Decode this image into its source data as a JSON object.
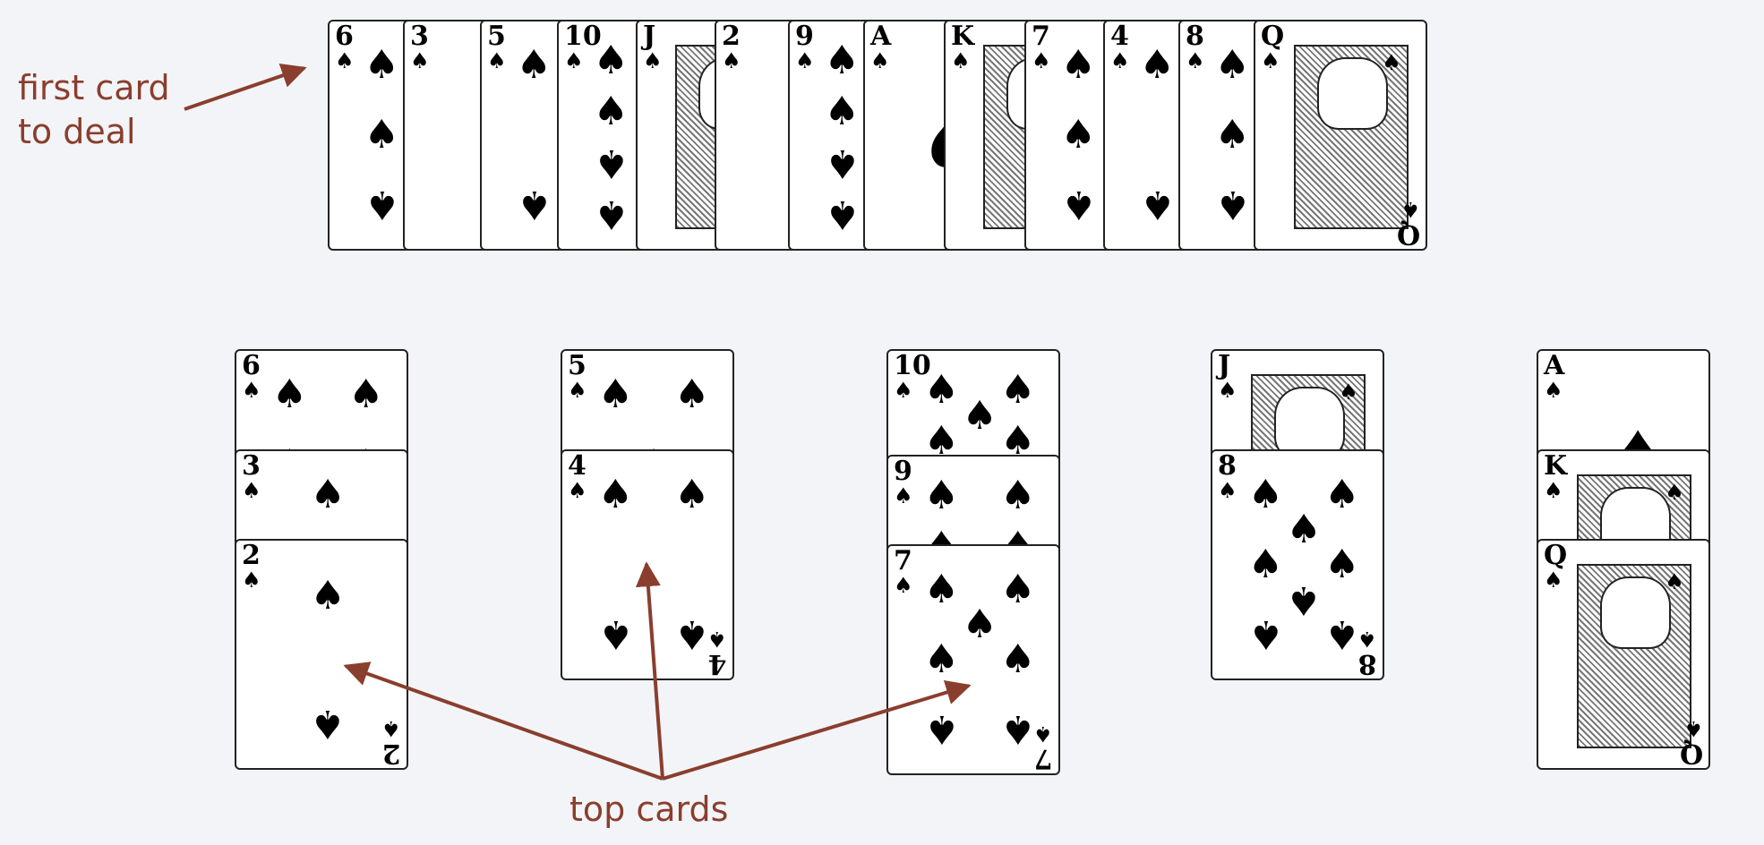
{
  "labels": {
    "first_card": "first card\nto deal",
    "top_cards": "top cards"
  },
  "colors": {
    "arrow": "#8a3e2e",
    "background": "#f3f4f7"
  },
  "deck": [
    "6",
    "3",
    "5",
    "10",
    "J",
    "2",
    "9",
    "A",
    "K",
    "7",
    "4",
    "8",
    "Q"
  ],
  "suit_symbol": "♠",
  "piles": [
    [
      "6",
      "3",
      "2"
    ],
    [
      "5",
      "4"
    ],
    [
      "10",
      "9",
      "7"
    ],
    [
      "J",
      "8"
    ],
    [
      "A",
      "K",
      "Q"
    ]
  ]
}
